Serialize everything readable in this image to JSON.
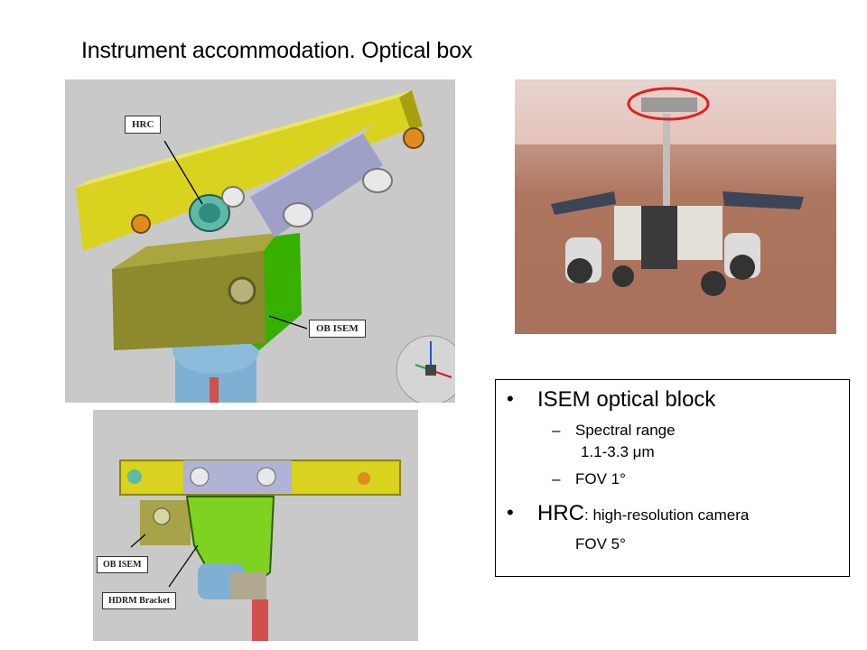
{
  "title": "Instrument accommodation. Optical box",
  "figures": {
    "top_left": {
      "callouts": [
        "HRC",
        "OB ISEM"
      ]
    },
    "bottom_left": {
      "callouts": [
        "OB ISEM",
        "HDRM Bracket"
      ]
    }
  },
  "bullets": {
    "b1": "ISEM optical block",
    "b1_sub1_line1": "Spectral range",
    "b1_sub1_line2": "1.1-3.3 μm",
    "b1_sub2": "FOV 1°",
    "dash": "–",
    "b2_prefix": "HRC",
    "b2_rest": ": high-resolution camera",
    "b2_sub": "FOV 5°",
    "bullet_char": "•"
  }
}
